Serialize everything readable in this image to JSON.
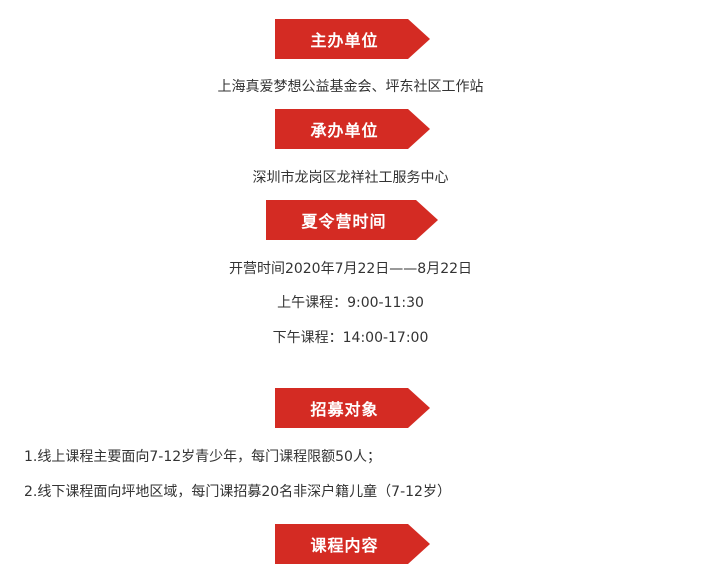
{
  "colors": {
    "banner": "#d42b23",
    "text": "#333333"
  },
  "sections": {
    "host": {
      "title": "主办单位",
      "content": "上海真爱梦想公益基金会、坪东社区工作站"
    },
    "organizer": {
      "title": "承办单位",
      "content": "深圳市龙岗区龙祥社工服务中心"
    },
    "camp_time": {
      "title": "夏令营时间",
      "lines": [
        "开营时间2020年7月22日——8月22日",
        "上午课程：9:00-11:30",
        "下午课程：14:00-17:00"
      ]
    },
    "recruit": {
      "title": "招募对象",
      "items": [
        "1.线上课程主要面向7-12岁青少年，每门课程限额50人；",
        "2.线下课程面向坪地区域，每门课招募20名非深户籍儿童（7-12岁）"
      ]
    },
    "course": {
      "title": "课程内容"
    }
  }
}
